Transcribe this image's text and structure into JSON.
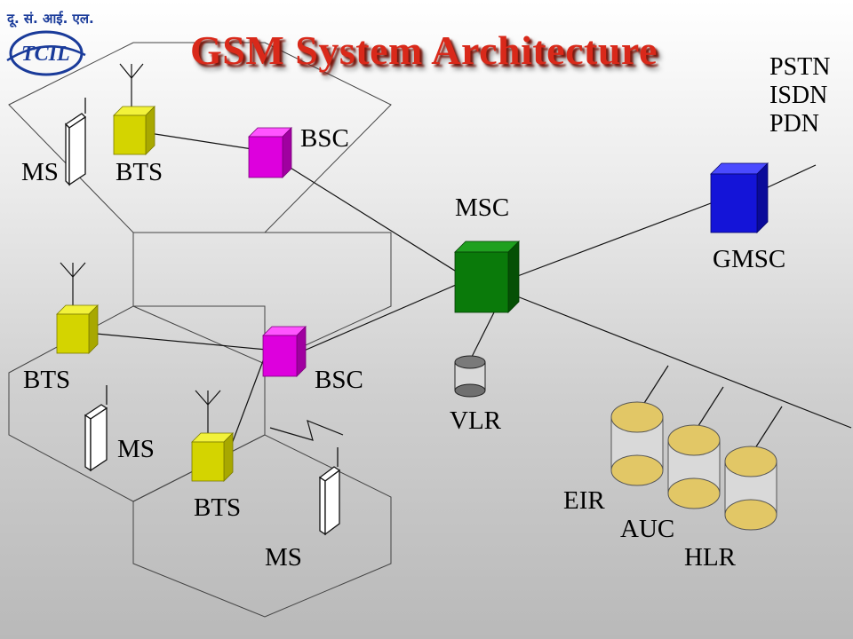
{
  "title": "GSM System Architecture",
  "logo": {
    "script_text": "दू. सं. आई. एल.",
    "abbr": "TCIL"
  },
  "labels": {
    "ms_top": "MS",
    "bts_top": "BTS",
    "bsc_top": "BSC",
    "msc": "MSC",
    "gmsc": "GMSC",
    "external_networks": [
      "PSTN",
      "ISDN",
      "PDN"
    ],
    "bts_left": "BTS",
    "bsc_mid": "BSC",
    "vlr": "VLR",
    "ms_mid": "MS",
    "bts_bottom": "BTS",
    "ms_bottom": "MS",
    "eir": "EIR",
    "auc": "AUC",
    "hlr": "HLR"
  },
  "colors": {
    "title": "#d9291a",
    "bts": "#d4d400",
    "bsc": "#dd00dd",
    "msc": "#0a7a0a",
    "gmsc": "#1414d8",
    "database": "#e2c766",
    "vlr": "#777777"
  }
}
